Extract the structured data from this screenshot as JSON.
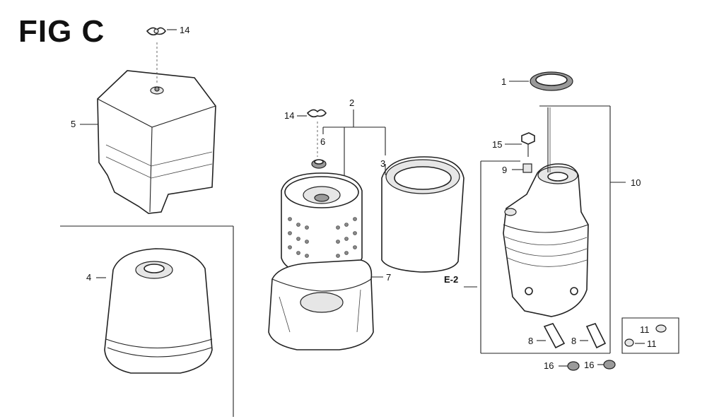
{
  "figure": {
    "title": "FIG C"
  },
  "callouts": {
    "c1": "1",
    "c2": "2",
    "c3": "3",
    "c4": "4",
    "c5": "5",
    "c6": "6",
    "c7": "7",
    "c8a": "8",
    "c8b": "8",
    "c9": "9",
    "c10": "10",
    "c11a": "11",
    "c11b": "11",
    "c14a": "14",
    "c14b": "14",
    "c15": "15",
    "c16a": "16",
    "c16b": "16",
    "e2": "E-2"
  }
}
